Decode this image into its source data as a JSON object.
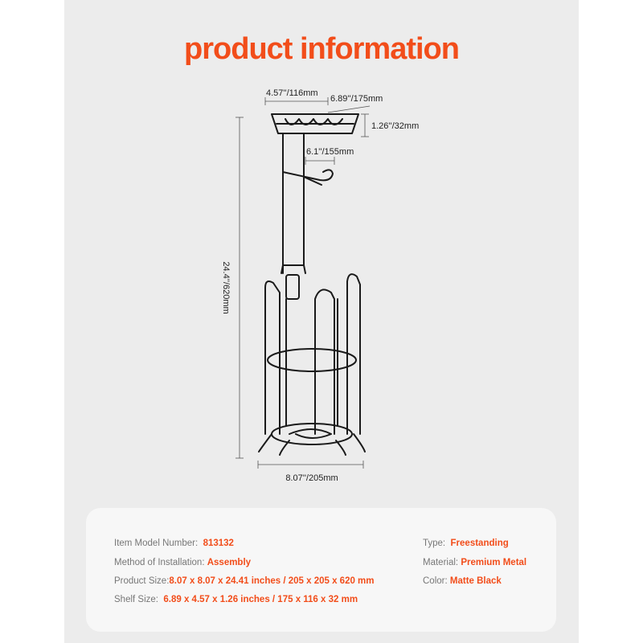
{
  "title": "product information",
  "dimensions": {
    "shelf_depth": "4.57''/116mm",
    "shelf_width": "6.89''/175mm",
    "shelf_height": "1.26''/32mm",
    "arm_length": "6.1''/155mm",
    "total_height": "24.4''/620mm",
    "base_width": "8.07''/205mm"
  },
  "specs": {
    "item_model_number": {
      "label": "Item Model Number:",
      "value": "813132"
    },
    "method_of_installation": {
      "label": "Method of Installation:",
      "value": "Assembly"
    },
    "product_size": {
      "label": "Product Size:",
      "value": "8.07 x 8.07 x 24.41 inches / 205 x 205 x 620 mm"
    },
    "shelf_size": {
      "label": "Shelf Size:",
      "value": "6.89 x 4.57 x 1.26 inches / 175 x 116 x 32 mm"
    },
    "type": {
      "label": "Type:",
      "value": "Freestanding"
    },
    "material": {
      "label": "Material:",
      "value": "Premium Metal"
    },
    "color": {
      "label": "Color:",
      "value": "Matte Black"
    }
  },
  "colors": {
    "accent": "#f24d1a",
    "panel": "#ececec",
    "card": "#f7f7f7"
  }
}
